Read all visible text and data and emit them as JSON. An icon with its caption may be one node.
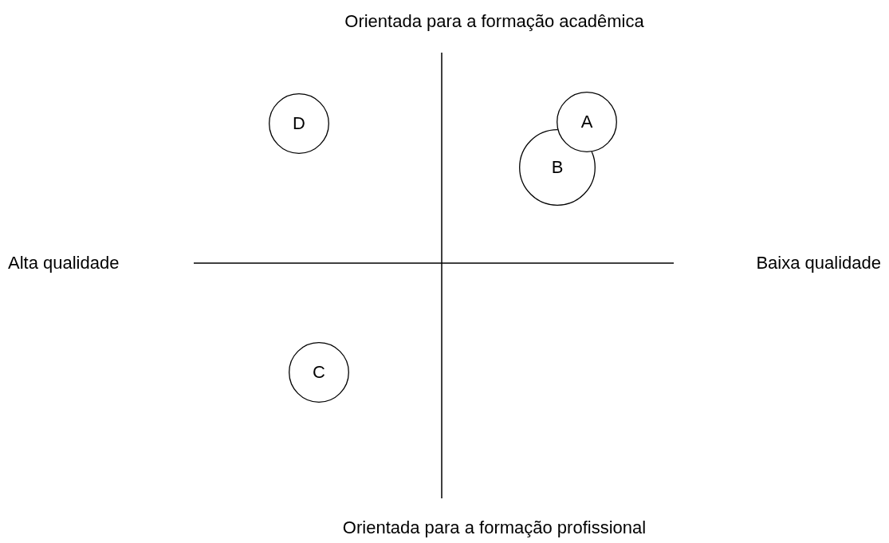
{
  "diagram": {
    "nodes": [
      {
        "text": [
          "D"
        ]
      },
      {
        "text": [
          "A"
        ]
      },
      {
        "text": [
          "B"
        ]
      },
      {
        "text": [
          "C"
        ]
      }
    ],
    "labels": [
      "Orientada para a formação acadêmica",
      "Alta qualidade",
      "Baixa qualidade",
      "Orientada para a formação profissional"
    ]
  }
}
